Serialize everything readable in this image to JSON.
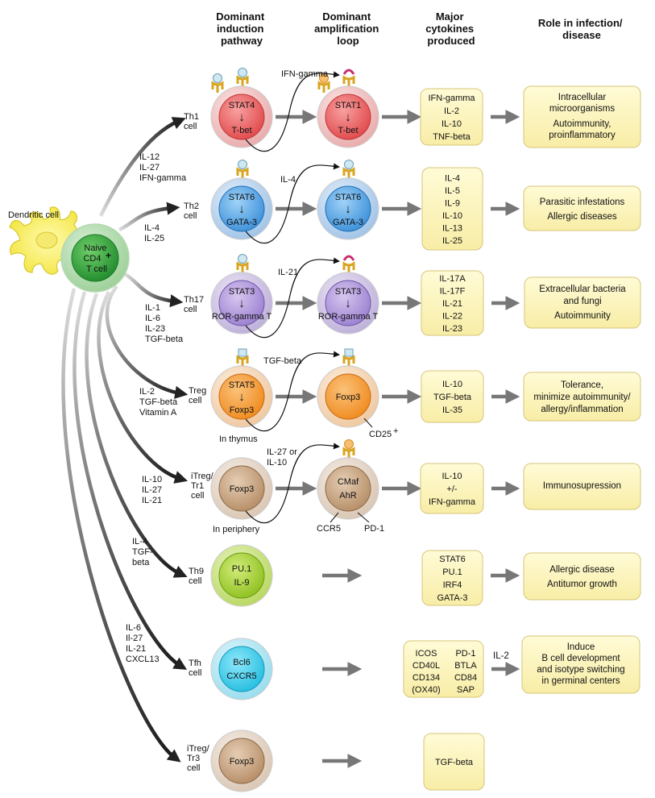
{
  "headers": {
    "induction": [
      "Dominant",
      "induction",
      "pathway"
    ],
    "amplification": [
      "Dominant",
      "amplification",
      "loop"
    ],
    "cytokines": [
      "Major",
      "cytokines",
      "produced"
    ],
    "role": [
      "Role in infection/",
      "disease"
    ]
  },
  "dendritic_label": "Dendritic cell",
  "naive": {
    "lines": [
      "Naive",
      "CD4",
      "T cell"
    ],
    "superscript": "+"
  },
  "colors": {
    "th1": "#e8b4b4",
    "th2": "#a9cbe8",
    "th17": "#c4b4dc",
    "treg": "#f2c9a0",
    "itreg": "#d2bca4",
    "th9": "#b5d65a",
    "tfh": "#8fd8ec",
    "naive": "#3aa04a",
    "box": "#fbf3b8",
    "box_border": "#d6c57a",
    "arrow": "#777777"
  },
  "rows": [
    {
      "id": "th1",
      "name_lines": [
        "Th1",
        "cell"
      ],
      "name_color": "#a3271f",
      "induction_cytokines": [
        "IL-12",
        "IL-27",
        "IFN-gamma"
      ],
      "induction_cell": [
        "STAT4",
        "↓",
        "T-bet"
      ],
      "loop_label": "IFN-gamma",
      "loop_cell": [
        "STAT1",
        "↓",
        "T-bet"
      ],
      "cytokines": [
        "IFN-gamma",
        "IL-2",
        "IL-10",
        "TNF-beta"
      ],
      "role": [
        "Intracellular",
        "microorganisms",
        "Autoimmunity,",
        "proinflammatory"
      ]
    },
    {
      "id": "th2",
      "name_lines": [
        "Th2",
        "cell"
      ],
      "name_color": "#1f5f9e",
      "induction_cytokines": [
        "IL-4",
        "IL-25"
      ],
      "induction_cell": [
        "STAT6",
        "↓",
        "GATA-3"
      ],
      "loop_label": "IL-4",
      "loop_cell": [
        "STAT6",
        "↓",
        "GATA-3"
      ],
      "cytokines": [
        "IL-4",
        "IL-5",
        "IL-9",
        "IL-10",
        "IL-13",
        "IL-25"
      ],
      "role": [
        "Parasitic infestations",
        "Allergic diseases"
      ]
    },
    {
      "id": "th17",
      "name_lines": [
        "Th17",
        "cell"
      ],
      "name_color": "#7a3a9e",
      "induction_cytokines": [
        "IL-1",
        "IL-6",
        "IL-23",
        "TGF-beta"
      ],
      "induction_cell": [
        "STAT3",
        "↓",
        "ROR-gamma T"
      ],
      "loop_label": "IL-21",
      "loop_cell": [
        "STAT3",
        "↓",
        "ROR-gamma T"
      ],
      "cytokines": [
        "IL-17A",
        "IL-17F",
        "IL-21",
        "IL-22",
        "IL-23"
      ],
      "role": [
        "Extracellular bacteria",
        "and fungi",
        "Autoimmunity"
      ]
    },
    {
      "id": "treg",
      "name_lines": [
        "Treg",
        "cell"
      ],
      "name_color": "#b5470f",
      "induction_cytokines": [
        "IL-2",
        "TGF-beta",
        "Vitamin A"
      ],
      "induction_cell": [
        "STAT5",
        "↓",
        "Foxp3"
      ],
      "loop_label": "TGF-beta",
      "loop_cell": [
        "Foxp3"
      ],
      "source_note": "In thymus",
      "marker": "CD25",
      "marker_sup": "+",
      "cytokines": [
        "IL-10",
        "TGF-beta",
        "IL-35"
      ],
      "role": [
        "Tolerance,",
        "minimize autoimmunity/",
        "allergy/inflammation"
      ]
    },
    {
      "id": "itreg1",
      "name_lines": [
        "iTreg/",
        "Tr1",
        "cell"
      ],
      "name_color": "#8a4a10",
      "induction_cytokines": [
        "IL-10",
        "IL-27",
        "IL-21"
      ],
      "induction_cell": [
        "Foxp3"
      ],
      "loop_label_lines": [
        "IL-27 or",
        "IL-10"
      ],
      "loop_cell": [
        "CMaf",
        "AhR"
      ],
      "source_note": "In periphery",
      "markers": [
        "CCR5",
        "PD-1"
      ],
      "cytokines": [
        "IL-10",
        "+/-",
        "IFN-gamma"
      ],
      "role": [
        "Immunosupression"
      ]
    },
    {
      "id": "th9",
      "name_lines": [
        "Th9",
        "cell"
      ],
      "name_color": "#6e6e1e",
      "induction_cytokines": [
        "IL-4",
        "TGF-",
        "beta"
      ],
      "induction_cell": [
        "PU.1",
        "IL-9"
      ],
      "cytokines": [
        "STAT6",
        "PU.1",
        "IRF4",
        "GATA-3"
      ],
      "role": [
        "Allergic disease",
        "Antitumor growth"
      ]
    },
    {
      "id": "tfh",
      "name_lines": [
        "Tfh",
        "cell"
      ],
      "name_color": "#1e8fb5",
      "induction_cytokines": [
        "IL-6",
        "Il-27",
        "IL-21",
        "CXCL13"
      ],
      "induction_cell": [
        "Bcl6",
        "CXCR5"
      ],
      "cytokines_left": [
        "ICOS",
        "CD40L",
        "CD134",
        "(OX40)"
      ],
      "cytokines_right": [
        "PD-1",
        "BTLA",
        "CD84",
        "SAP"
      ],
      "role_arrow_label": "IL-2",
      "role": [
        "Induce",
        "B cell development",
        "and isotype switching",
        "in germinal centers"
      ]
    },
    {
      "id": "itreg3",
      "name_lines": [
        "iTreg/",
        "Tr3",
        "cell"
      ],
      "name_color": "#8a4a10",
      "induction_cell": [
        "Foxp3"
      ],
      "cytokines": [
        "TGF-beta"
      ]
    }
  ]
}
